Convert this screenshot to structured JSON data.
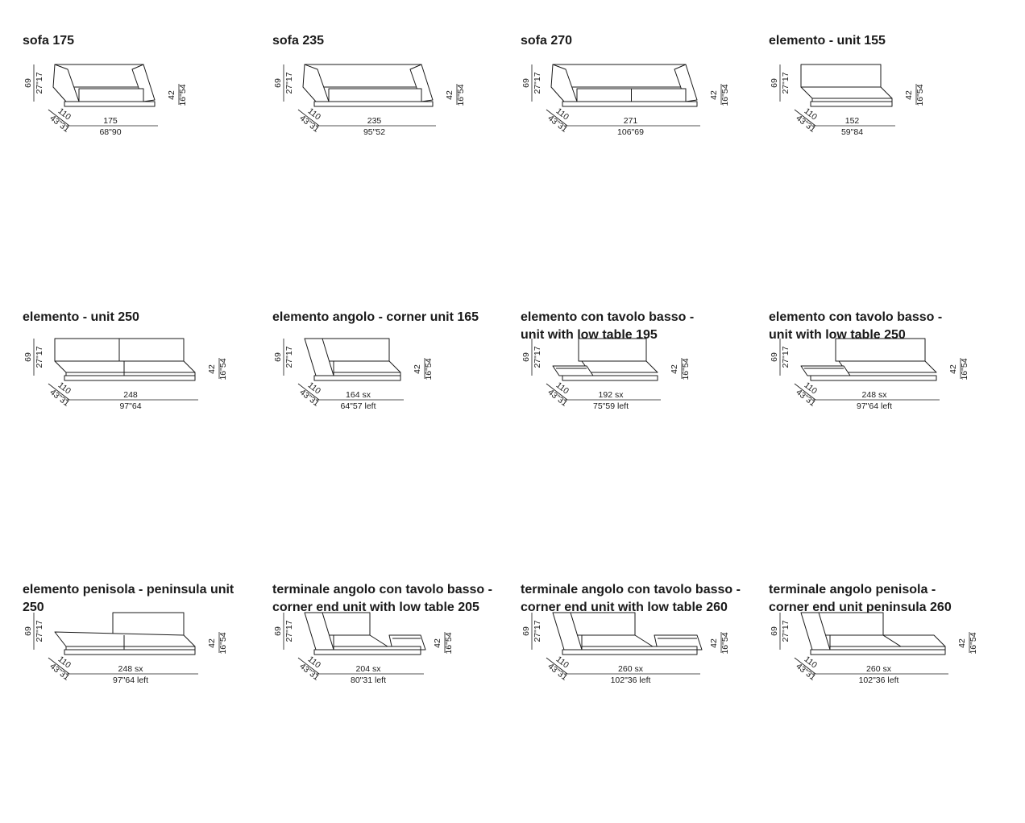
{
  "items": [
    {
      "title": "sofa 175",
      "shape": "sofa",
      "width": 1.0,
      "seats": 1,
      "dims": {
        "height_cm": "69",
        "height_in": "27\"17",
        "seat_cm": "42",
        "seat_in": "16\"54",
        "depth_cm": "110",
        "depth_in": "43\"31",
        "width_cm": "175",
        "width_in": "68\"90"
      }
    },
    {
      "title": "sofa 235",
      "shape": "sofa",
      "width": 1.32,
      "seats": 1,
      "dims": {
        "height_cm": "69",
        "height_in": "27\"17",
        "seat_cm": "42",
        "seat_in": "16\"54",
        "depth_cm": "110",
        "depth_in": "43\"31",
        "width_cm": "235",
        "width_in": "95\"52"
      }
    },
    {
      "title": "sofa 270",
      "shape": "sofa",
      "width": 1.5,
      "seats": 2,
      "dims": {
        "height_cm": "69",
        "height_in": "27\"17",
        "seat_cm": "42",
        "seat_in": "16\"54",
        "depth_cm": "110",
        "depth_in": "43\"31",
        "width_cm": "271",
        "width_in": "106\"69"
      }
    },
    {
      "title": "elemento - unit 155",
      "shape": "unit",
      "width": 0.9,
      "seats": 1,
      "dims": {
        "height_cm": "69",
        "height_in": "27\"17",
        "seat_cm": "42",
        "seat_in": "16\"54",
        "depth_cm": "110",
        "depth_in": "43\"31",
        "width_cm": "152",
        "width_in": "59\"84"
      }
    },
    {
      "title": "elemento - unit 250",
      "shape": "unit",
      "width": 1.45,
      "seats": 2,
      "dims": {
        "height_cm": "69",
        "height_in": "27\"17",
        "seat_cm": "42",
        "seat_in": "16\"54",
        "depth_cm": "110",
        "depth_in": "43\"31",
        "width_cm": "248",
        "width_in": "97\"64"
      }
    },
    {
      "title": "elemento angolo - corner unit 165",
      "shape": "corner",
      "width": 0.95,
      "seats": 1,
      "dims": {
        "height_cm": "69",
        "height_in": "27\"17",
        "seat_cm": "42",
        "seat_in": "16\"54",
        "depth_cm": "110",
        "depth_in": "43\"31",
        "width_cm": "164 sx",
        "width_in": "64\"57 left"
      }
    },
    {
      "title": "elemento con tavolo basso -\nunit with low table 195",
      "shape": "lowtable",
      "width": 1.05,
      "seats": 1,
      "dims": {
        "height_cm": "69",
        "height_in": "27\"17",
        "seat_cm": "42",
        "seat_in": "16\"54",
        "depth_cm": "110",
        "depth_in": "43\"31",
        "width_cm": "192 sx",
        "width_in": "75\"59 left"
      }
    },
    {
      "title": "elemento con tavolo basso -\nunit with low table 250",
      "shape": "lowtable",
      "width": 1.4,
      "seats": 1,
      "dims": {
        "height_cm": "69",
        "height_in": "27\"17",
        "seat_cm": "42",
        "seat_in": "16\"54",
        "depth_cm": "110",
        "depth_in": "43\"31",
        "width_cm": "248 sx",
        "width_in": "97\"64 left"
      }
    },
    {
      "title": "elemento penisola - peninsula unit\n250",
      "shape": "peninsula",
      "width": 1.45,
      "seats": 2,
      "dims": {
        "height_cm": "69",
        "height_in": "27\"17",
        "seat_cm": "42",
        "seat_in": "16\"54",
        "depth_cm": "110",
        "depth_in": "43\"31",
        "width_cm": "248 sx",
        "width_in": "97\"64 left"
      }
    },
    {
      "title": "terminale angolo con tavolo basso -\ncorner end unit with low table 205",
      "shape": "cornertable",
      "width": 1.18,
      "seats": 1,
      "dims": {
        "height_cm": "69",
        "height_in": "27\"17",
        "seat_cm": "42",
        "seat_in": "16\"54",
        "depth_cm": "110",
        "depth_in": "43\"31",
        "width_cm": "204 sx",
        "width_in": "80\"31 left"
      }
    },
    {
      "title": "terminale angolo con tavolo basso -\ncorner end unit with low table 260",
      "shape": "cornertable",
      "width": 1.5,
      "seats": 1,
      "dims": {
        "height_cm": "69",
        "height_in": "27\"17",
        "seat_cm": "42",
        "seat_in": "16\"54",
        "depth_cm": "110",
        "depth_in": "43\"31",
        "width_cm": "260 sx",
        "width_in": "102\"36 left"
      }
    },
    {
      "title": "terminale angolo penisola -\ncorner end unit peninsula 260",
      "shape": "cornerpeninsula",
      "width": 1.5,
      "seats": 1,
      "dims": {
        "height_cm": "69",
        "height_in": "27\"17",
        "seat_cm": "42",
        "seat_in": "16\"54",
        "depth_cm": "110",
        "depth_in": "43\"31",
        "width_cm": "260 sx",
        "width_in": "102\"36 left"
      }
    }
  ]
}
